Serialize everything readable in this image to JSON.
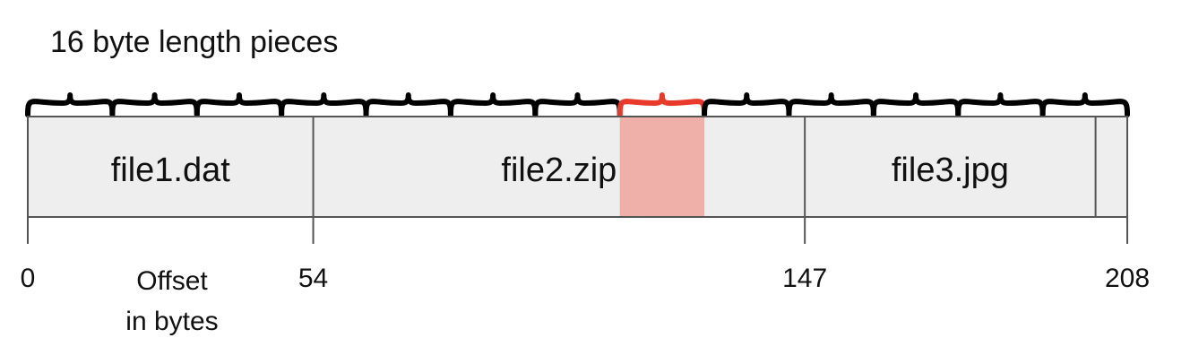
{
  "title": "16 byte length pieces",
  "axis_title_lines": [
    "Offset",
    "in bytes"
  ],
  "total_bytes": 208,
  "piece_size": 16,
  "highlighted_piece": 7,
  "files": [
    {
      "name": "file1.dat",
      "start": 0,
      "end": 54
    },
    {
      "name": "file2.zip",
      "start": 54,
      "end": 147
    },
    {
      "name": "file3.jpg",
      "start": 147,
      "end": 202
    },
    {
      "name": "",
      "start": 202,
      "end": 208
    }
  ],
  "offset_ticks": [
    "0",
    "54",
    "147",
    "208"
  ],
  "colors": {
    "bar_fill": "#eeeeee",
    "bar_stroke": "#555555",
    "highlight_fill": "#efb0aa",
    "highlight_brace": "#e8392a",
    "brace": "#000000"
  }
}
